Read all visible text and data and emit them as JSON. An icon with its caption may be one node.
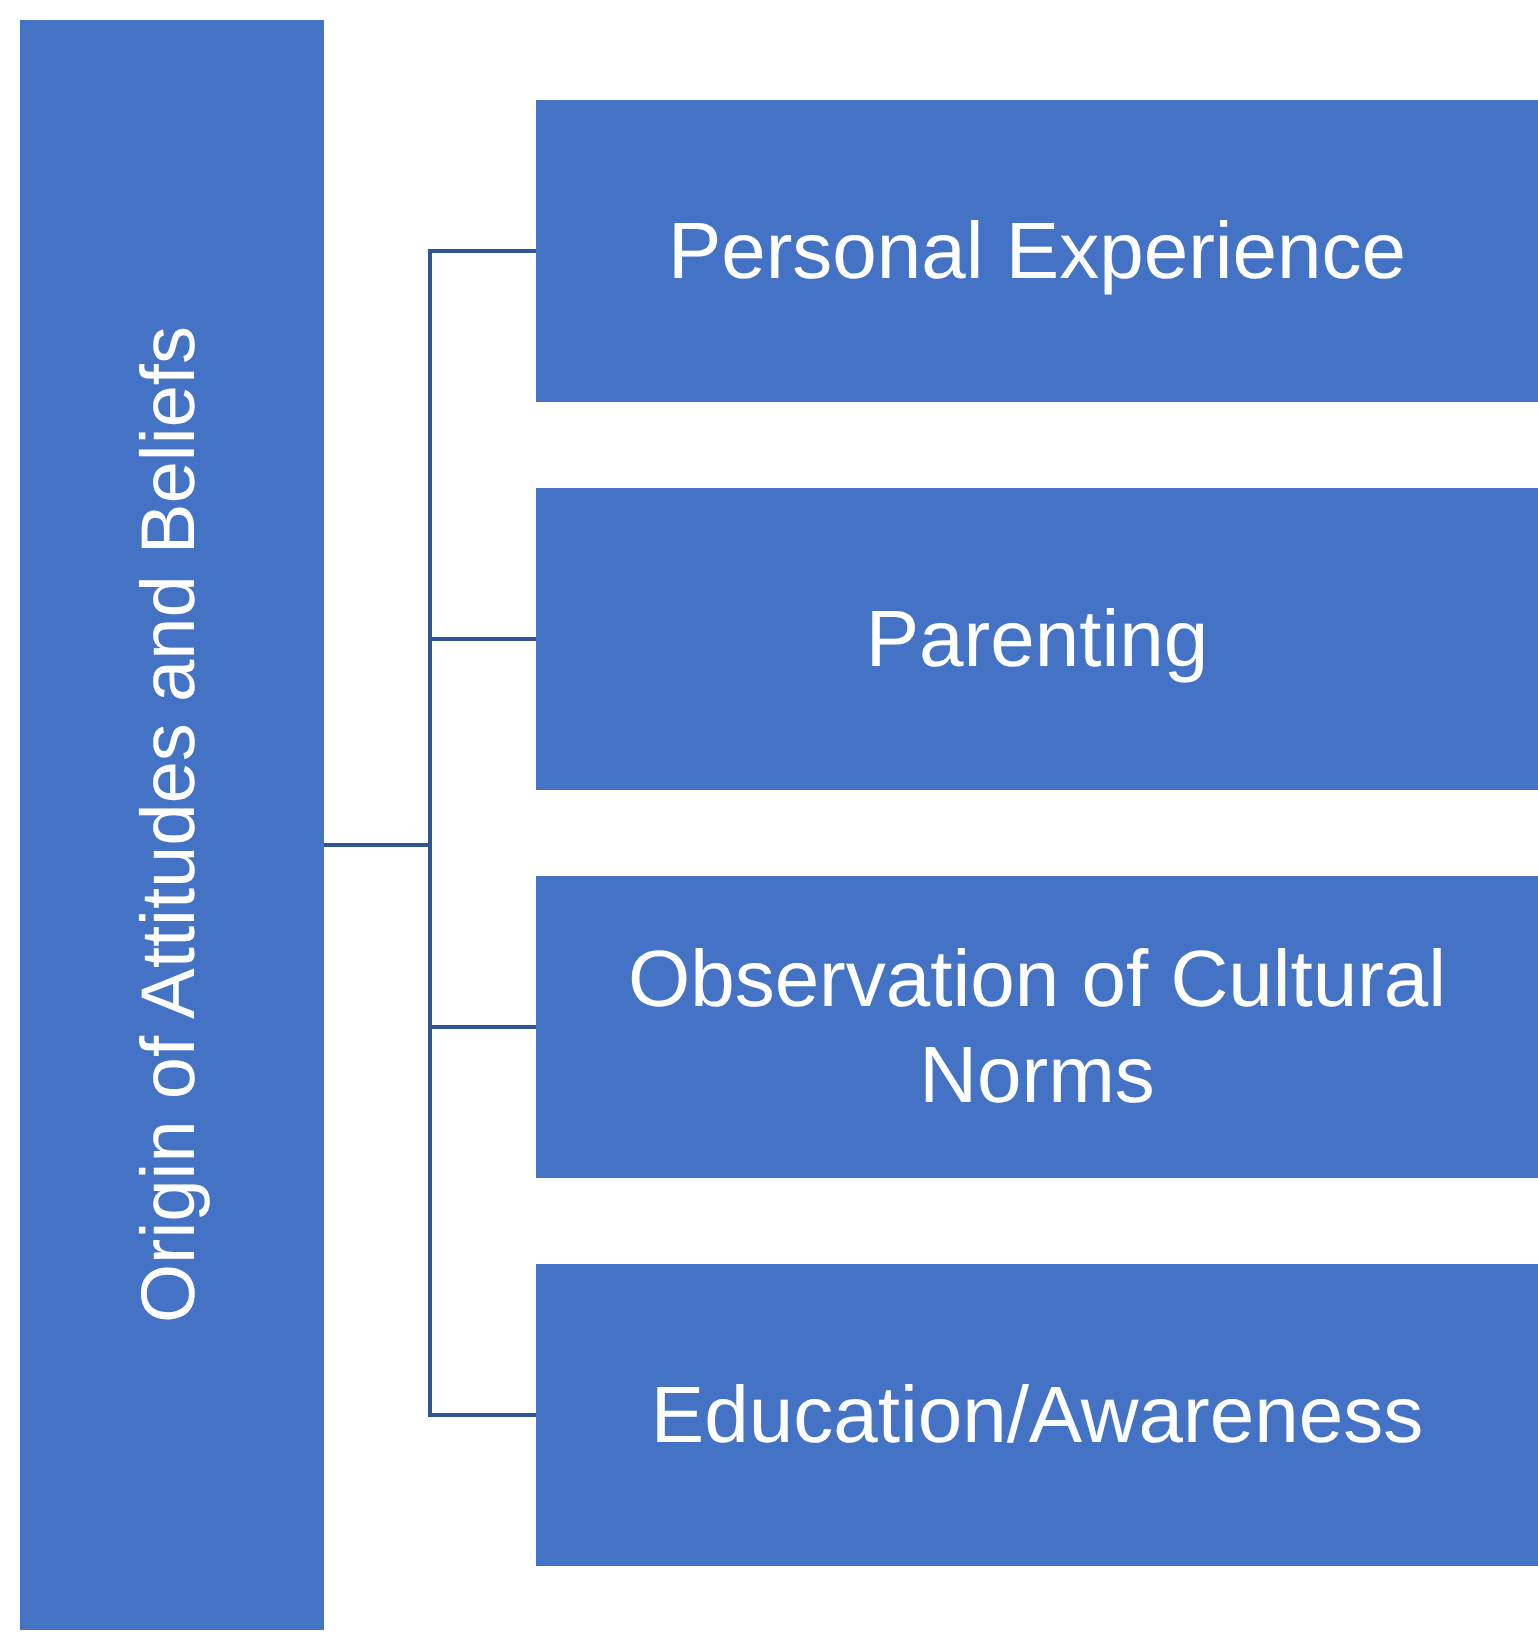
{
  "diagram": {
    "nodes": [
      {
        "text": [
          "Origin of Attitudes and Beliefs"
        ]
      },
      {
        "text": [
          "Personal Experience"
        ]
      },
      {
        "text": [
          "Parenting"
        ]
      },
      {
        "text": [
          "Observation of Cultural Norms"
        ]
      },
      {
        "text": [
          "Education/Awareness"
        ]
      }
    ],
    "edges": [
      {
        "from": 0,
        "to": 1,
        "arrow": "none"
      },
      {
        "from": 0,
        "to": 2,
        "arrow": "none"
      },
      {
        "from": 0,
        "to": 3,
        "arrow": "none"
      },
      {
        "from": 0,
        "to": 4,
        "arrow": "none"
      }
    ]
  }
}
